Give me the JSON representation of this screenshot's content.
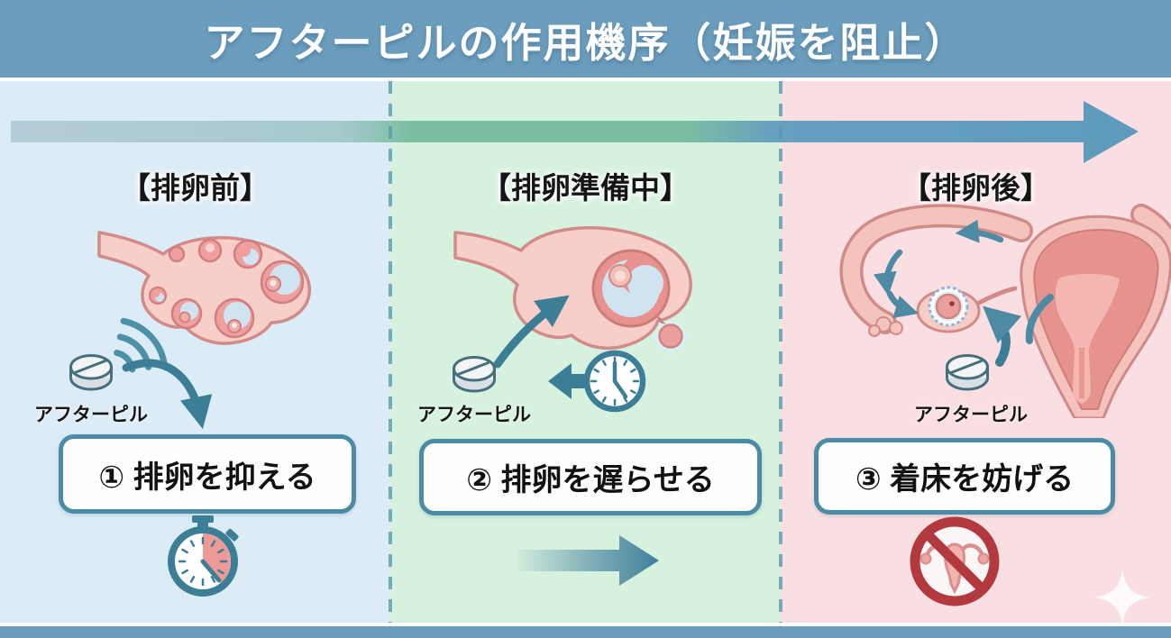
{
  "title": "アフターピルの作用機序（妊娠を阻止）",
  "colors": {
    "title_bar": "#6b9dbd",
    "panel_pre_bg": "#dcecf7",
    "panel_mid_bg": "#d6f2de",
    "panel_post_bg": "#fadfe2",
    "divider": "#579ab1",
    "teal_icon": "#3c7e96",
    "box_border": "#4b8ba6",
    "timeline_blue": "#5e9bbc",
    "prohibit_red": "#b23a3e",
    "illustration_pink": "#f5c3bd"
  },
  "timeline": {
    "icon": "timeline-arrow-right"
  },
  "panels": [
    {
      "id": "pre-ovulation",
      "header": "【排卵前】",
      "pill_label": "アフターピル",
      "step_label": "① 排卵を抑える",
      "illustration": "ovary-with-follicles",
      "icons": [
        "pill-icon",
        "signal-waves-icon",
        "curved-arrow-icon",
        "stopwatch-icon"
      ]
    },
    {
      "id": "ovulation-prep",
      "header": "【排卵準備中】",
      "pill_label": "アフターピル",
      "step_label": "② 排卵を遅らせる",
      "illustration": "ovary-with-mature-follicle",
      "icons": [
        "pill-icon",
        "clock-rewind-icon",
        "curved-arrow-icon",
        "gradient-arrow-right-icon"
      ]
    },
    {
      "id": "post-ovulation",
      "header": "【排卵後】",
      "pill_label": "アフターピル",
      "step_label": "③ 着床を妨げる",
      "illustration": "uterus-with-fallopian-tube",
      "icons": [
        "pill-icon",
        "curved-arrow-icon",
        "no-implantation-icon",
        "sparkle-icon"
      ]
    }
  ]
}
